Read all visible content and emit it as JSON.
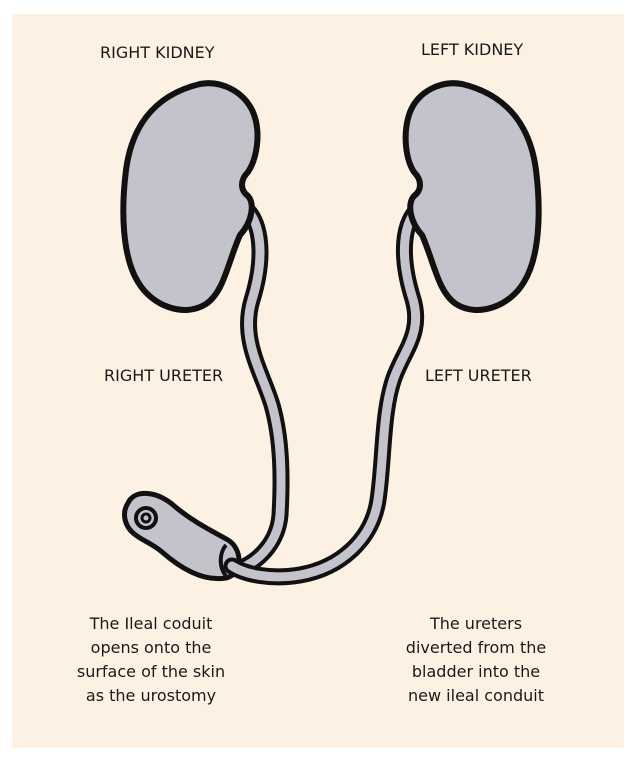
{
  "labels": {
    "right_kidney": "RIGHT KIDNEY",
    "left_kidney": "LEFT KIDNEY",
    "right_ureter": "RIGHT URETER",
    "left_ureter": "LEFT URETER"
  },
  "captions": {
    "stoma": [
      "The Ileal coduit",
      "opens onto the",
      "surface of the skin",
      "as the urostomy"
    ],
    "ureters": [
      "The ureters",
      "diverted from the",
      "bladder into the",
      "new ileal conduit"
    ]
  },
  "colors": {
    "background": "#fdf1e3",
    "organ_fill": "#c4c3cc",
    "outline": "#111111"
  }
}
